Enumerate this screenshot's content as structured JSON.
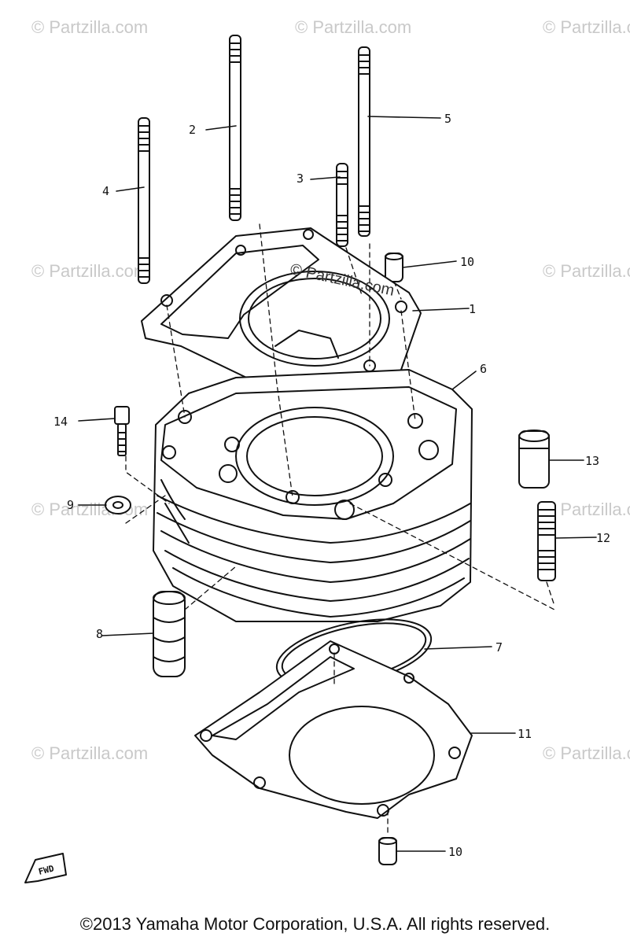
{
  "watermark": "© Partzilla.com",
  "center_watermark": "© Partzilla.com",
  "callouts": [
    {
      "id": "callout-1",
      "label": "1"
    },
    {
      "id": "callout-2",
      "label": "2"
    },
    {
      "id": "callout-3",
      "label": "3"
    },
    {
      "id": "callout-4",
      "label": "4"
    },
    {
      "id": "callout-5",
      "label": "5"
    },
    {
      "id": "callout-6",
      "label": "6"
    },
    {
      "id": "callout-7",
      "label": "7"
    },
    {
      "id": "callout-8",
      "label": "8"
    },
    {
      "id": "callout-9",
      "label": "9"
    },
    {
      "id": "callout-10-top",
      "label": "10"
    },
    {
      "id": "callout-10-bottom",
      "label": "10"
    },
    {
      "id": "callout-11",
      "label": "11"
    },
    {
      "id": "callout-12",
      "label": "12"
    },
    {
      "id": "callout-13",
      "label": "13"
    },
    {
      "id": "callout-14",
      "label": "14"
    }
  ],
  "fwd_label": "FWD",
  "copyright": "©2013 Yamaha Motor Corporation, U.S.A. All rights reserved."
}
